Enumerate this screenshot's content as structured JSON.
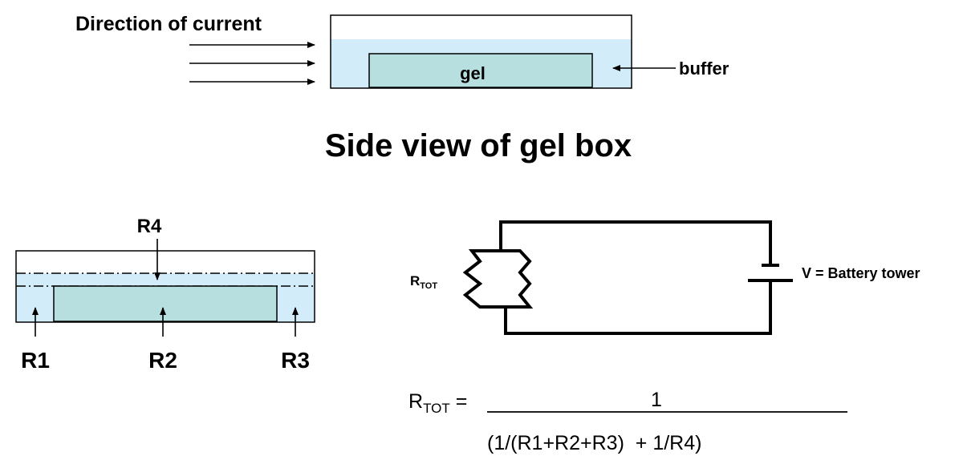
{
  "colors": {
    "buffer": "#d3ecf9",
    "gel": "#b8dfe0",
    "line": "#000000",
    "background": "#ffffff"
  },
  "top_diagram": {
    "direction_label": "Direction of current",
    "gel_label": "gel",
    "buffer_label": "buffer"
  },
  "heading": "Side view of gel box",
  "resistor_diagram": {
    "r4_label": "R4",
    "r1_label": "R1",
    "r2_label": "R2",
    "r3_label": "R3"
  },
  "circuit": {
    "rtot_main": "R",
    "rtot_sub": "TOT",
    "battery_label": "V = Battery tower"
  },
  "formula": {
    "lhs_main": "R",
    "lhs_sub": "TOT",
    "lhs_equals": " =",
    "numerator": "1",
    "denominator": "(1/(R1+R2+R3)  + 1/R4)"
  }
}
